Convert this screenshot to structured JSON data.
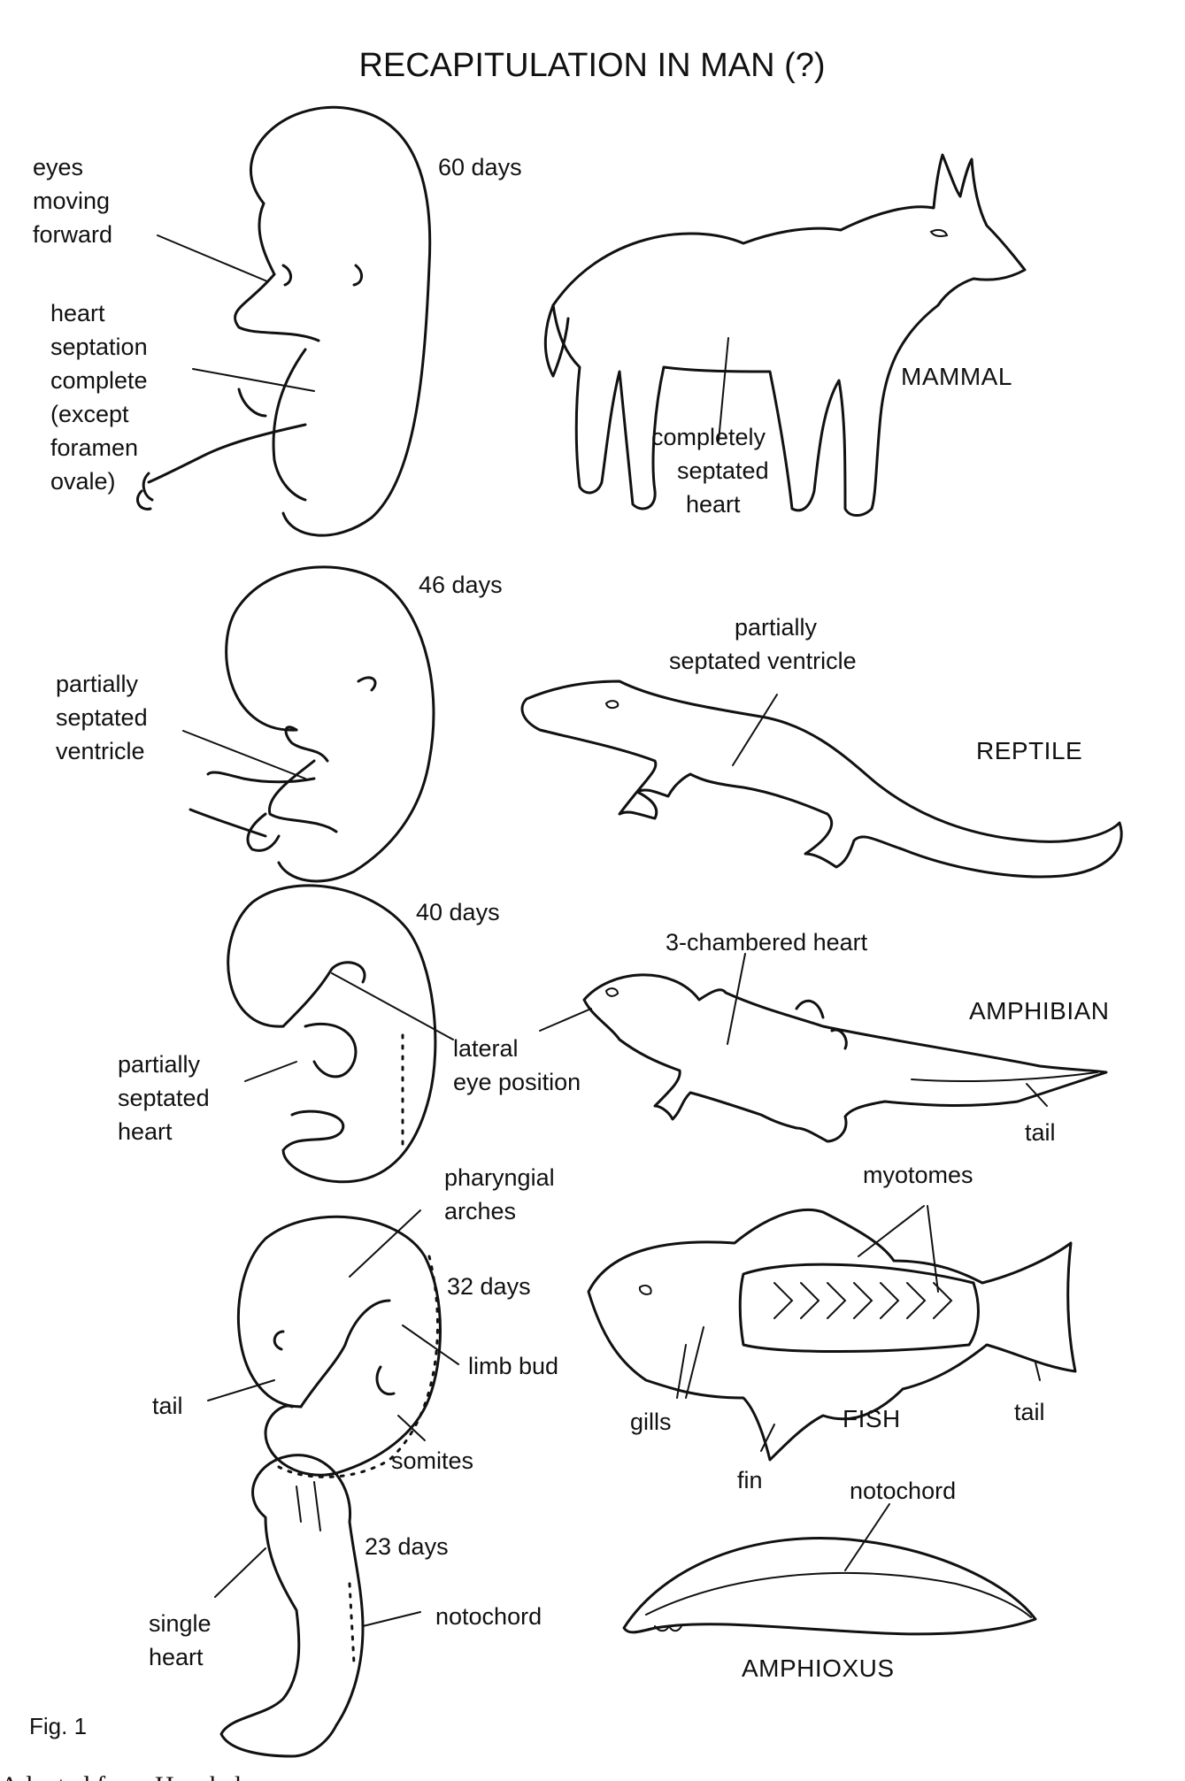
{
  "title": "RECAPITULATION IN MAN (?)",
  "figure_label": "Fig. 1",
  "source_note": "Adapted from Haeckel",
  "rows": [
    {
      "stage": "60 days",
      "embryo_labels": [
        "eyes",
        "moving",
        "forward",
        "heart",
        "septation",
        "complete",
        "(except",
        "foramen",
        "ovale)"
      ],
      "animal": "MAMMAL",
      "animal_labels": [
        "completely",
        "septated",
        "heart"
      ]
    },
    {
      "stage": "46 days",
      "embryo_labels": [
        "partially",
        "septated",
        "ventricle"
      ],
      "animal": "REPTILE",
      "animal_labels": [
        "partially",
        "septated ventricle"
      ]
    },
    {
      "stage": "40 days",
      "embryo_labels": [
        "partially",
        "septated",
        "heart"
      ],
      "shared_labels": [
        "lateral",
        "eye position"
      ],
      "animal": "AMPHIBIAN",
      "animal_labels": [
        "3-chambered heart",
        "tail"
      ]
    },
    {
      "stage": "32 days",
      "embryo_labels": [
        "pharyngial",
        "arches",
        "limb bud",
        "somites",
        "tail"
      ],
      "animal": "FISH",
      "animal_labels": [
        "myotomes",
        "gills",
        "fin",
        "tail"
      ]
    },
    {
      "stage": "23 days",
      "embryo_labels": [
        "single",
        "heart",
        "notochord"
      ],
      "animal": "AMPHIOXUS",
      "animal_labels": [
        "notochord"
      ]
    }
  ]
}
